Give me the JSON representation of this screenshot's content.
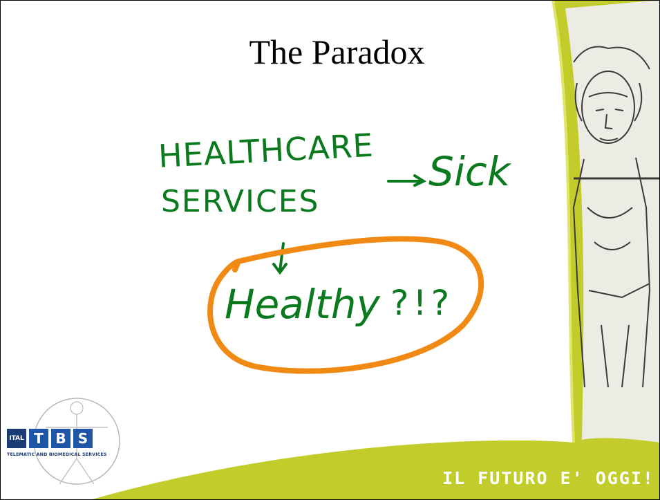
{
  "slide": {
    "title": "The Paradox",
    "handwriting": {
      "line1": "HEALTHCARE",
      "line2": "SERVICES",
      "arrow_target": "Sick",
      "circled_word": "Healthy",
      "punctuation": "?!?"
    },
    "ink_colors": {
      "text": "#0b7a1e",
      "circle": "#f08a14"
    }
  },
  "logo": {
    "tiles": [
      "ITAL",
      "T",
      "B",
      "S"
    ],
    "caption": "TELEMATIC AND BIOMEDICAL SERVICES"
  },
  "footer": {
    "slogan": "IL FUTURO E' OGGI!",
    "band_color": "#c2cc2a"
  }
}
